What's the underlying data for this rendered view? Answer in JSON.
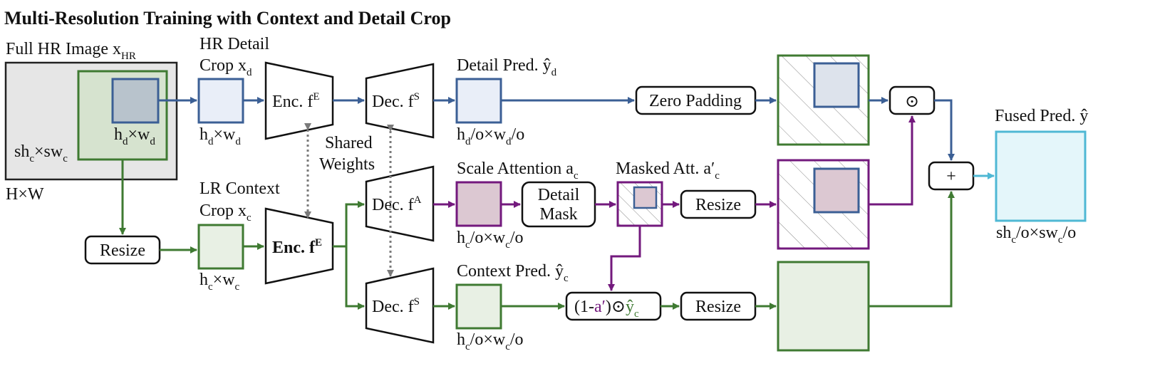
{
  "title": "Multi-Resolution Training with Context and Detail Crop",
  "labels": {
    "full_hr": "Full HR Image x",
    "full_hr_sub": "HR",
    "hxw": "H×W",
    "crop_c": "sh",
    "crop_c_sub1": "c",
    "crop_c_mid": "×sw",
    "crop_c_sub2": "c",
    "crop_d_h": "h",
    "crop_d_sub1": "d",
    "crop_d_mid": "×w",
    "crop_d_sub2": "d",
    "hr_detail_1": "HR Detail",
    "hr_detail_2": "Crop x",
    "hr_detail_sub": "d",
    "lr_context_1": "LR Context",
    "lr_context_2": "Crop x",
    "lr_context_sub": "c",
    "hd_wd_a": "h",
    "hd_wd_a_s1": "d",
    "hd_wd_a_m": "×w",
    "hd_wd_a_s2": "d",
    "hc_wc_a": "h",
    "hc_wc_a_s1": "c",
    "hc_wc_a_m": "×w",
    "hc_wc_a_s2": "c",
    "enc_top": "Enc. f",
    "enc_top_sup": "E",
    "enc_bot": "Enc. f",
    "enc_bot_sup": "E",
    "dec_top": "Dec. f",
    "dec_top_sup": "S",
    "dec_att": "Dec. f",
    "dec_att_sup": "A",
    "dec_ctx": "Dec. f",
    "dec_ctx_sup": "S",
    "shared_1": "Shared",
    "shared_2": "Weights",
    "detail_pred": "Detail Pred. ŷ",
    "detail_pred_sub": "d",
    "detail_dim": "h",
    "detail_dim_s1": "d",
    "detail_dim_m": "/o×w",
    "detail_dim_s2": "d",
    "detail_dim_e": "/o",
    "scale_att": "Scale Attention a",
    "scale_att_sub": "c",
    "att_dim": "h",
    "att_dim_s1": "c",
    "att_dim_m": "/o×w",
    "att_dim_s2": "c",
    "att_dim_e": "/o",
    "context_pred": "Context Pred. ŷ",
    "context_pred_sub": "c",
    "ctx_dim": "h",
    "ctx_dim_s1": "c",
    "ctx_dim_m": "/o×w",
    "ctx_dim_s2": "c",
    "ctx_dim_e": "/o",
    "zero_padding": "Zero Padding",
    "detail_mask_1": "Detail",
    "detail_mask_2": "Mask",
    "masked_att": "Masked Att. a′",
    "masked_att_sub": "c",
    "resize_left": "Resize",
    "resize_mid": "Resize",
    "resize_bot": "Resize",
    "formula_a": "(1-",
    "formula_b": "a′",
    "formula_c": ")⊙",
    "formula_d": "ŷ",
    "formula_d_sub": "c",
    "odot": "⊙",
    "plus": "+",
    "fused_pred": "Fused Pred. ŷ",
    "fused_dim": "sh",
    "fused_dim_s1": "c",
    "fused_dim_m": "/o×sw",
    "fused_dim_s2": "c",
    "fused_dim_e": "/o"
  },
  "colors": {
    "blue": "#3b5f95",
    "green": "#3f7a32",
    "purple": "#73197d",
    "cyan": "#4fb8d4",
    "gray_fill": "#e6e6e6",
    "blue_fill": "#e9eef8",
    "green_fill": "#e8f0e4",
    "purple_fill": "#dcc8d2",
    "cyan_fill": "#e4f6fa"
  }
}
